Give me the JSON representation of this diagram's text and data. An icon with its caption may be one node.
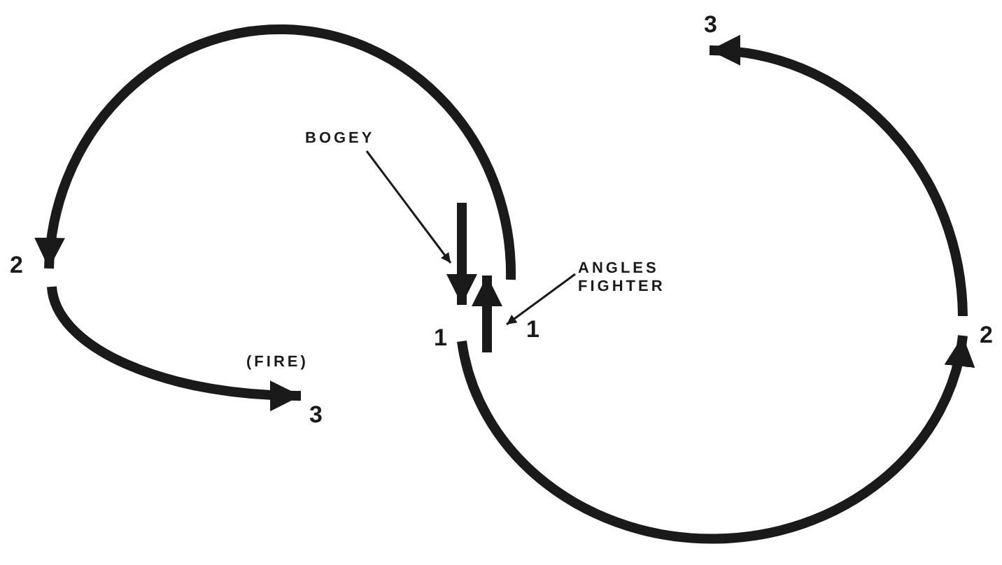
{
  "diagram": {
    "nodes": [
      {
        "text": [
          "BOGEY"
        ]
      },
      {
        "text": [
          "ANGLES FIGHTER"
        ]
      },
      {
        "text": [
          "1"
        ]
      },
      {
        "text": [
          "1"
        ]
      },
      {
        "text": [
          "2"
        ]
      },
      {
        "text": [
          "3"
        ],
        "beside": [
          "(FIRE)"
        ]
      },
      {
        "text": [
          "2"
        ]
      },
      {
        "text": [
          "3"
        ]
      }
    ],
    "edges": [
      {
        "from": 0,
        "to": 2,
        "arrow": "to"
      },
      {
        "from": 1,
        "to": 3,
        "arrow": "to"
      },
      {
        "from": null,
        "to": 2,
        "arrow": "to"
      },
      {
        "from": null,
        "to": 3,
        "arrow": "to"
      },
      {
        "from": 3,
        "to": 4,
        "arrow": "to"
      },
      {
        "from": 4,
        "to": 5,
        "arrow": "to"
      },
      {
        "from": 2,
        "to": 6,
        "arrow": "to"
      },
      {
        "from": 6,
        "to": 7,
        "arrow": "to"
      }
    ]
  }
}
